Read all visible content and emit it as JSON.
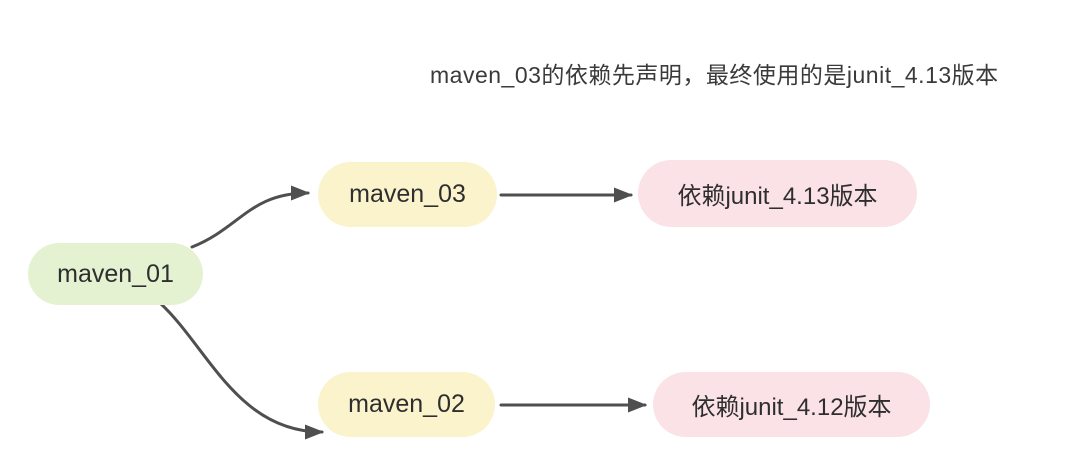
{
  "caption": "maven_03的依赖先声明，最终使用的是junit_4.13版本",
  "nodes": {
    "maven_01": {
      "label": "maven_01"
    },
    "maven_03": {
      "label": "maven_03"
    },
    "maven_02": {
      "label": "maven_02"
    },
    "junit_413": {
      "label": "依赖junit_4.13版本"
    },
    "junit_412": {
      "label": "依赖junit_4.12版本"
    }
  },
  "edges": [
    {
      "from": "maven_01",
      "to": "maven_03"
    },
    {
      "from": "maven_01",
      "to": "maven_02"
    },
    {
      "from": "maven_03",
      "to": "junit_413"
    },
    {
      "from": "maven_02",
      "to": "junit_412"
    }
  ],
  "colors": {
    "node_green": "#e4f2d2",
    "node_yellow": "#faf3cc",
    "node_pink": "#fbe2e7",
    "arrow": "#4f4f4f",
    "caption_text": "#3a3a3a",
    "node_text": "#2e2e2e",
    "background": "#ffffff"
  }
}
